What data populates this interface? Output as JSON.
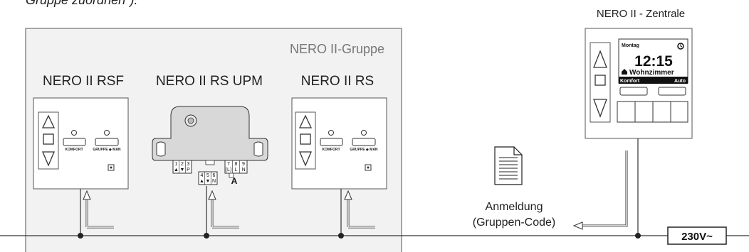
{
  "header": {
    "truncated_text": "Gruppe zuordnen\")."
  },
  "group": {
    "label": "NERO II-Gruppe"
  },
  "devices": {
    "rsf": {
      "title": "NERO II RSF",
      "btn_left": "KOMFORT",
      "btn_right": "GRUPPE ◆ MAN"
    },
    "upm": {
      "title": "NERO II RS UPM",
      "term_left": [
        "1",
        "2",
        "3"
      ],
      "term_left_sub": [
        "▲",
        "▼",
        "P"
      ],
      "term_mid": [
        "4",
        "5",
        "6"
      ],
      "term_mid_sub": [
        "▲",
        "▼",
        "N"
      ],
      "term_right": [
        "7",
        "8",
        "9"
      ],
      "term_right_sub": [
        "(L)",
        "L",
        "N"
      ],
      "mark": "A"
    },
    "rs": {
      "title": "NERO II RS",
      "btn_left": "KOMFORT",
      "btn_right": "GRUPPE ◆ MAN"
    }
  },
  "central": {
    "title": "NERO II - Zentrale",
    "day": "Montag",
    "time": "12:15",
    "room": "Wohnzimmer",
    "mode_left": "Komfort",
    "mode_right": "Auto"
  },
  "registration": {
    "line1": "Anmeldung",
    "line2": "(Gruppen-Code)"
  },
  "power": {
    "label": "230V~"
  }
}
